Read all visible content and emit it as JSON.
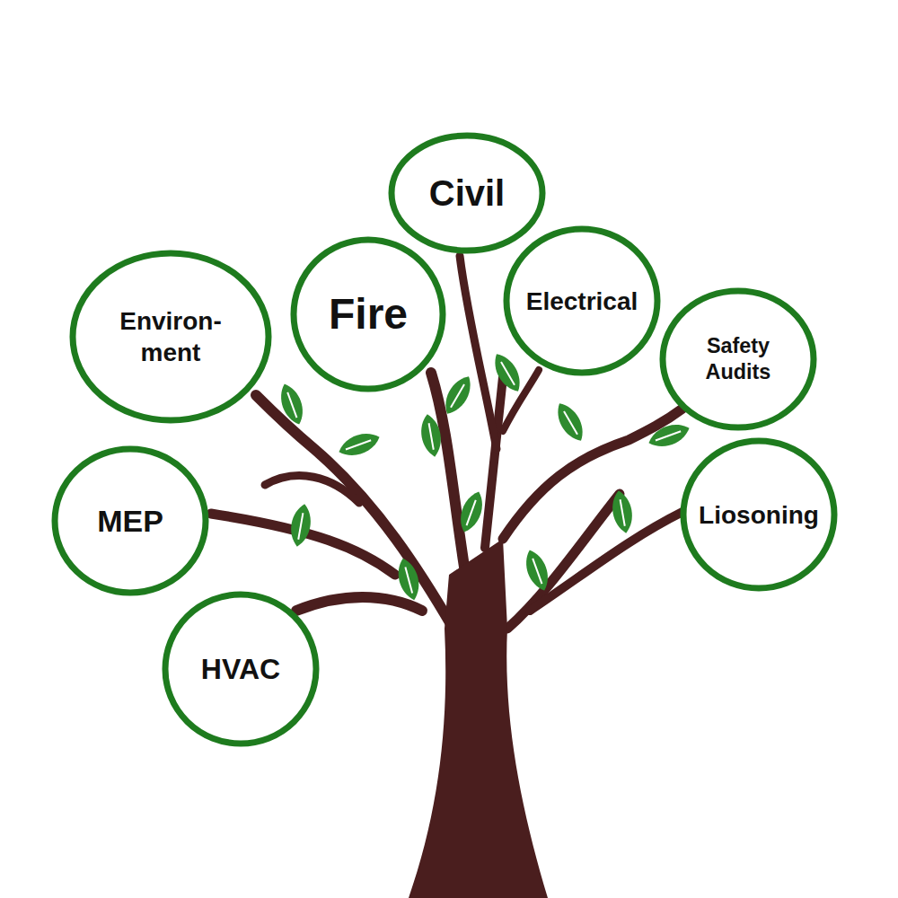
{
  "diagram": {
    "nodes": [
      {
        "text": [
          "Civil"
        ]
      },
      {
        "text": [
          "Environ- ment"
        ]
      },
      {
        "text": [
          "Fire"
        ]
      },
      {
        "text": [
          "Electrical"
        ]
      },
      {
        "text": [
          "Safety Audits"
        ]
      },
      {
        "text": [
          "MEP"
        ]
      },
      {
        "text": [
          "Liosoning"
        ]
      },
      {
        "text": [
          "HVAC"
        ]
      }
    ]
  }
}
